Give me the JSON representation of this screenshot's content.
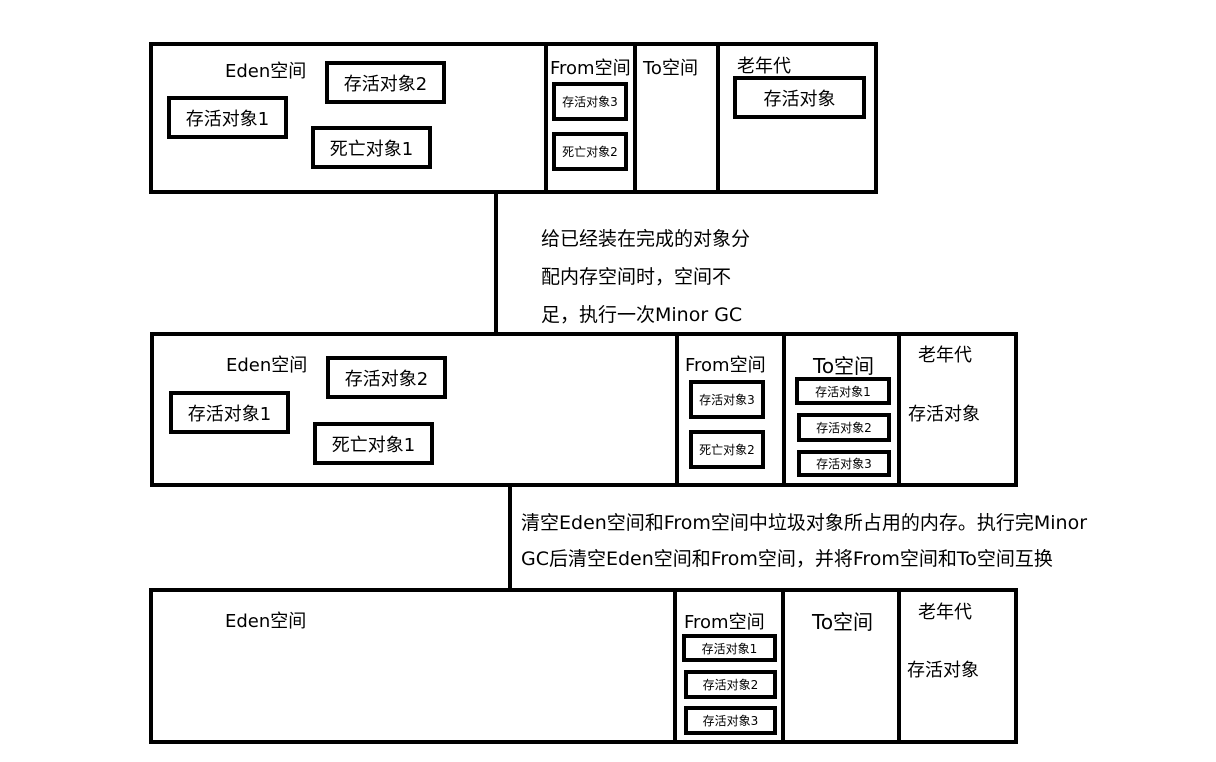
{
  "stage1": {
    "eden_label": "Eden空间",
    "from_label": "From空间",
    "to_label": "To空间",
    "old_label": "老年代",
    "eden_objects": [
      "存活对象2",
      "存活对象1",
      "死亡对象1"
    ],
    "from_objects": [
      "存活对象3",
      "死亡对象2"
    ],
    "old_objects": [
      "存活对象"
    ]
  },
  "note1": {
    "lines": [
      "给已经装在完成的对象分",
      "配内存空间时，空间不",
      "足，执行一次Minor GC"
    ]
  },
  "stage2": {
    "eden_label": "Eden空间",
    "from_label": "From空间",
    "to_label": "To空间",
    "old_label": "老年代",
    "eden_objects": [
      "存活对象2",
      "存活对象1",
      "死亡对象1"
    ],
    "from_objects": [
      "存活对象3",
      "死亡对象2"
    ],
    "to_objects": [
      "存活对象1",
      "存活对象2",
      "存活对象3"
    ],
    "old_text": "存活对象"
  },
  "note2": {
    "lines": [
      "清空Eden空间和From空间中垃圾对象所占用的内存。执行完Minor",
      "GC后清空Eden空间和From空间，并将From空间和To空间互换"
    ]
  },
  "stage3": {
    "eden_label": "Eden空间",
    "from_label": "From空间",
    "to_label": "To空间",
    "old_label": "老年代",
    "from_objects": [
      "存活对象1",
      "存活对象2",
      "存活对象3"
    ],
    "old_text": "存活对象"
  }
}
